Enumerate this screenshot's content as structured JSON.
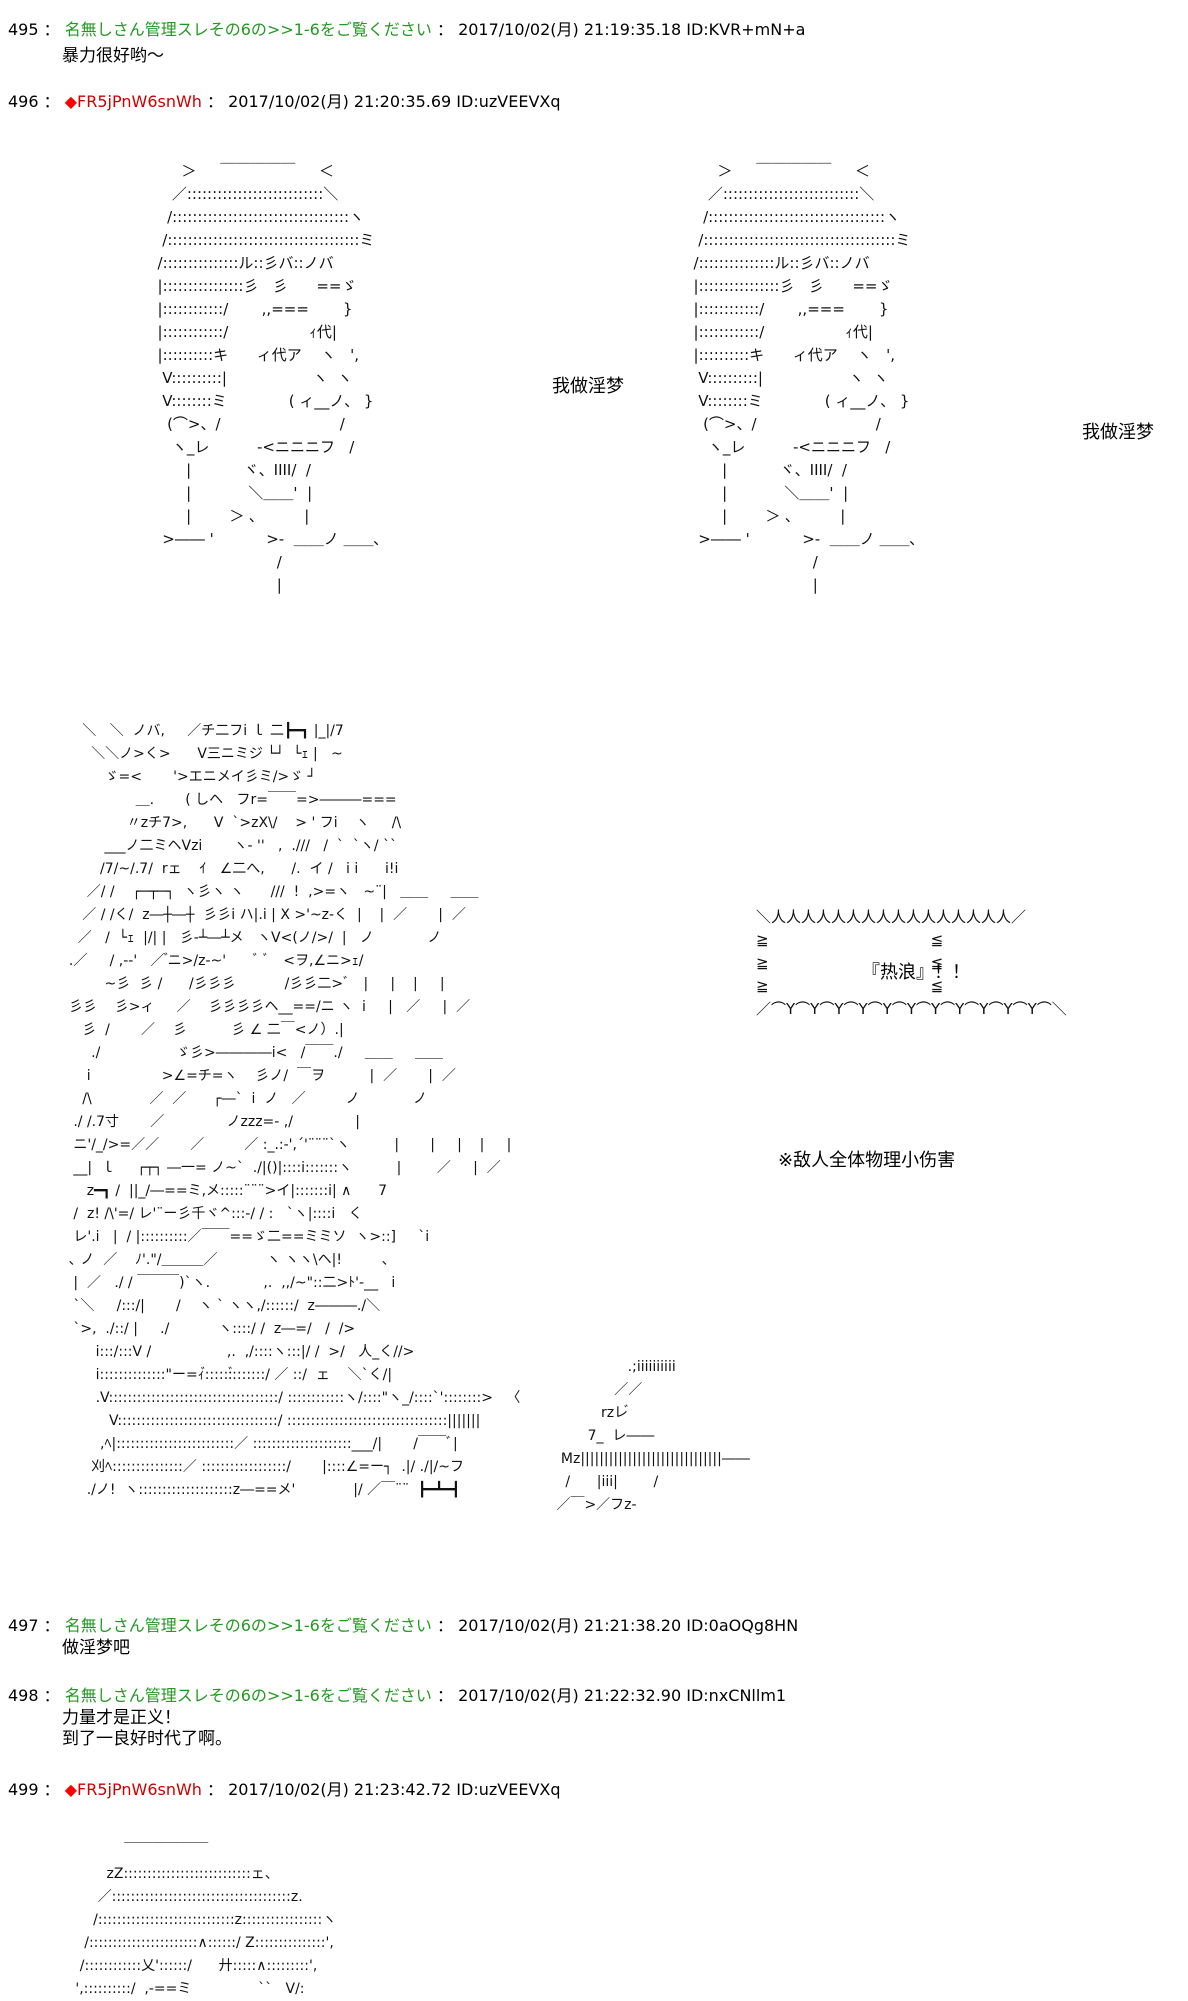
{
  "posts": [
    {
      "num": "495",
      "name": "名無しさん管理スレその6の>>1-6をご覧ください",
      "meta": "2017/10/02(月) 21:19:35.18 ID:KVR+mN+a",
      "body": [
        "暴力很好哟～"
      ]
    },
    {
      "num": "496",
      "trip": "FR5jPnW6snWh",
      "meta": "2017/10/02(月) 21:20:35.69 ID:uzVEEVXq",
      "caption_left": "我做淫梦",
      "caption_right": "我做淫梦",
      "speech": "『热浪』！！",
      "note": "※敌人全体物理小伤害"
    },
    {
      "num": "497",
      "name": "名無しさん管理スレその6の>>1-6をご覧ください",
      "meta": "2017/10/02(月) 21:21:38.20 ID:0aOQg8HN",
      "body": [
        "做淫梦吧"
      ]
    },
    {
      "num": "498",
      "name": "名無しさん管理スレその6の>>1-6をご覧ください",
      "meta": "2017/10/02(月) 21:22:32.90 ID:nxCNllm1",
      "body": [
        "力量才是正义！",
        "到了一良好时代了啊。"
      ]
    },
    {
      "num": "499",
      "trip": "FR5jPnW6snWh",
      "meta": "2017/10/02(月) 21:23:42.72 ID:uzVEEVXq"
    }
  ],
  "aa": {
    "face": [
      "       ＞     ￣￣￣￣￣     ＜",
      "     ／:::::::::::::::::::::::::::＼",
      "    /:::::::::::::::::::::::::::::::::::ヽ",
      "   /::::::::::::::::::::::::::::::::::::::ミ",
      "  /:::::::::::::::ル::彡バ::ノバ",
      "  |::::::::::::::::彡   彡      ==ゞ",
      "  |::::::::::::/       ,,=== 　   }",
      "  |::::::::::::/                 ｨ代|",
      "  |::::::::::キ      ィ代ア    ヽ   ',",
      "   V::::::::::|                  ヽ  ヽ",
      "   V::::::::ミ             ( ィ__ノ、 }",
      "    (⌒>、/                         /",
      "     ヽ_レ          -<ニニニフ   /",
      "        |           ヾ、IIII/  /",
      "        |            ＼＿＿'  |",
      "        |        ＞ ､          |",
      "   >―― '           >-  ＿＿ノ ＿＿､",
      "                           /",
      "                           |"
    ],
    "fight": [
      "     ＼   ＼  ノバ,     ／チ二フi ｌ 二┣━┓ |_|/7",
      "       ＼＼ノ>く>      V三ニミジ └┘  └ｪ |   ~",
      "          ゞ=<       '>エニメイ彡ミ/>ゞ ┘",
      "                 ＿.       ( しヘ   フr=￣￣=>―――===",
      "               〃zチ7>,      V  `>zX\\/    > ' フi    ヽ     /\\",
      "          ___ノ二ミヘVzi       ヽ‐ ''   ,  .///   /  `  `ヽ/ ``",
      "         /7/~/.7/  rェ    ｲ   ∠二へ,      /.  イ /   i i      i!i",
      "      ／/ /    ┌─┬─┐  ヽ彡ヽ ヽ      ///  !  ,>=ヽ   ~¨|   ＿＿     ＿＿",
      "     ／ / /く/  z―┼―┼  彡彡i ハ|.i | X >'~z-く  |    |  ／       |  ／",
      "    ／   /  └ｪ  |/| |   彡‐┴―┴メ   ヽV<(ノ/>/  |   ノ            ノ",
      "  .／     / ,-‐'   ／ ゙ニ>/z-~'      ﾞ ﾞ   <ヲ,∠ニ>ｪ/",
      "          ~彡  彡 /      /彡彡彡           /彡彡二>ﾞ   |     |    |     |",
      "  彡彡    彡>ィ     ／    彡彡彡彡ヘ__==/ニ ヽ  i     |   ／     |  ／",
      "     彡  /       ／    彡          彡 ∠ 二￣<ノ）.|",
      "       ./                 ゞ彡>――――i<   /￣￣./     ＿＿     ＿＿",
      "      i                >∠=チ=ヽ    彡ノ/  ￣ヲ          |  ／       |  ／",
      "     /\\             ／  ／      ┌―`  i  ノ   ／         ノ            ノ",
      "   ./ /.7寸       ／              ノzzz=- ,/              |",
      "   ニ'/_/>=／／       ／         ／ :_.:-',´'¨¨¨`ヽ          |       |     |    |     |",
      "   __|  ｌ     ┌┬┐ ―一= ノ~`  ./|()|::::i:::::::ヽ          |        ／     |  ／",
      "      z━┓ /  ||_/―==ミ,メ:::::¨¨¨>イ|:::::::i| ∧      7",
      "   /  z! /\\'=/ レ'¨ー彡千ヾ^:::-/ / :   `ヽ|::::i   く",
      "   レ'.i   |  / |::::::::::／￣￣==ゞ二==ミミソ  ヽ>::]     `i",
      "  ､ ノ  ／    ﾉ'.\"/＿＿＿／           ヽ ヽヽ\\ヘ|!         ､",
      "   |  ／   ./ / ￣￣￣)`ヽ.            ,.  ,,/~\"::二>ﾄ'-__   i",
      "   `＼     /:::/|       /    ヽ ` ヽヽ,/::::::/  z―――./＼",
      "   `>,  ./::/ |     ./           ヽ::::/ /  z―=/   /  />",
      "        i:::/:::V /                 ,.  ,/::::ヽ:::|/ /  >/   人_く//>",
      "        i::::::::::::::\"ー=ｨ゙::::::゙:::::::/ ／ ::/  ェ    ＼`く/|",
      "        .V::::::::::::::::::::::::::::::::::::/ ::::::::::::ヽ/::::\"ヽ_/::::`'::::::::>   〈",
      "           V::::::::::::::::::::::::::::::::::/ ::::::::::::::::::::::::::::::::::|||||||",
      "         ,ﾍ|:::::::::::::::::::::::::／ :::::::::::::::::::::___/|       /￣￣ﾞ|",
      "       刈ﾍ:::::::::::::::／ ::::::::::::::::::/       |::::∠=ー┐  .|/ ./|/~フ",
      "      ./ノ!  ヽ::::::::::::::::::::z―==メ'             |/ ／￣¨¨  ┣━┻━┫"
    ],
    "fight_right": [
      "                 .;iiiiiiiiii",
      "              ／／",
      "           rzレ゙",
      "        7_  レ――",
      "  Mz||||||||||||||||||||||||||||||――",
      "   /      |iii|        /",
      " ／￣>／フz-"
    ],
    "bubble": [
      "＼人人人人人人人人人人人人人人人人／",
      "≧                                  ≦",
      "≧                                  ≦",
      "≧                                  ≦",
      "／⌒Y⌒Y⌒Y⌒Y⌒Y⌒Y⌒Y⌒Y⌒Y⌒Y⌒Y⌒＼"
    ],
    "bottom": [
      "              ￣￣￣￣￣￣",
      "          zZ:::::::::::::::::::::::::::ェ、",
      "        ／::::::::::::::::::::::::::::::::::::::z.",
      "       /:::::::::::::::::::::::::::::z:::::::::::::::::ヽ",
      "     /:::::::::::::::::::::::∧::::::/ Z:::::::::::::::',",
      "    /::::::::::::乂'::::::/      廾:::::∧:::::::::',",
      "   ',::::::::::/  ,-==ミ               ``   V/:"
    ]
  },
  "colors": {
    "name": "#229922",
    "trip": "#cc0000",
    "diamond": "#ff0000"
  }
}
